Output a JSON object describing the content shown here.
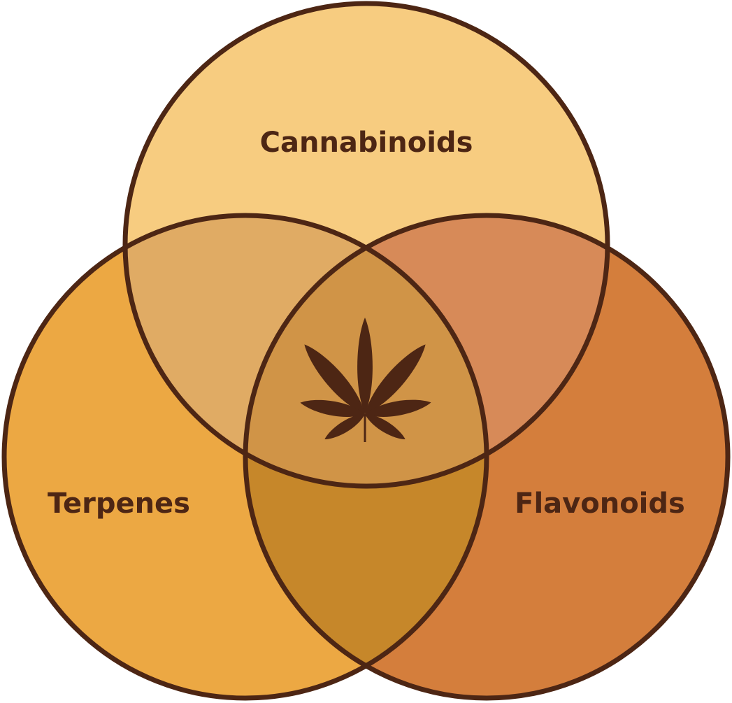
{
  "diagram": {
    "type": "venn",
    "sets": [
      {
        "label": "Cannabinoids",
        "color": "#f7cc80"
      },
      {
        "label": "Terpenes",
        "color": "#eca843"
      },
      {
        "label": "Flavonoids",
        "color": "#d47e3c"
      }
    ],
    "overlap_colors": {
      "cannabinoids_terpenes": "#e0ab64",
      "cannabinoids_flavonoids": "#d78a58",
      "terpenes_flavonoids": "#c6872a",
      "all": "#d09447"
    },
    "center_icon": "cannabis-leaf-icon",
    "stroke_color": "#4d2614"
  }
}
